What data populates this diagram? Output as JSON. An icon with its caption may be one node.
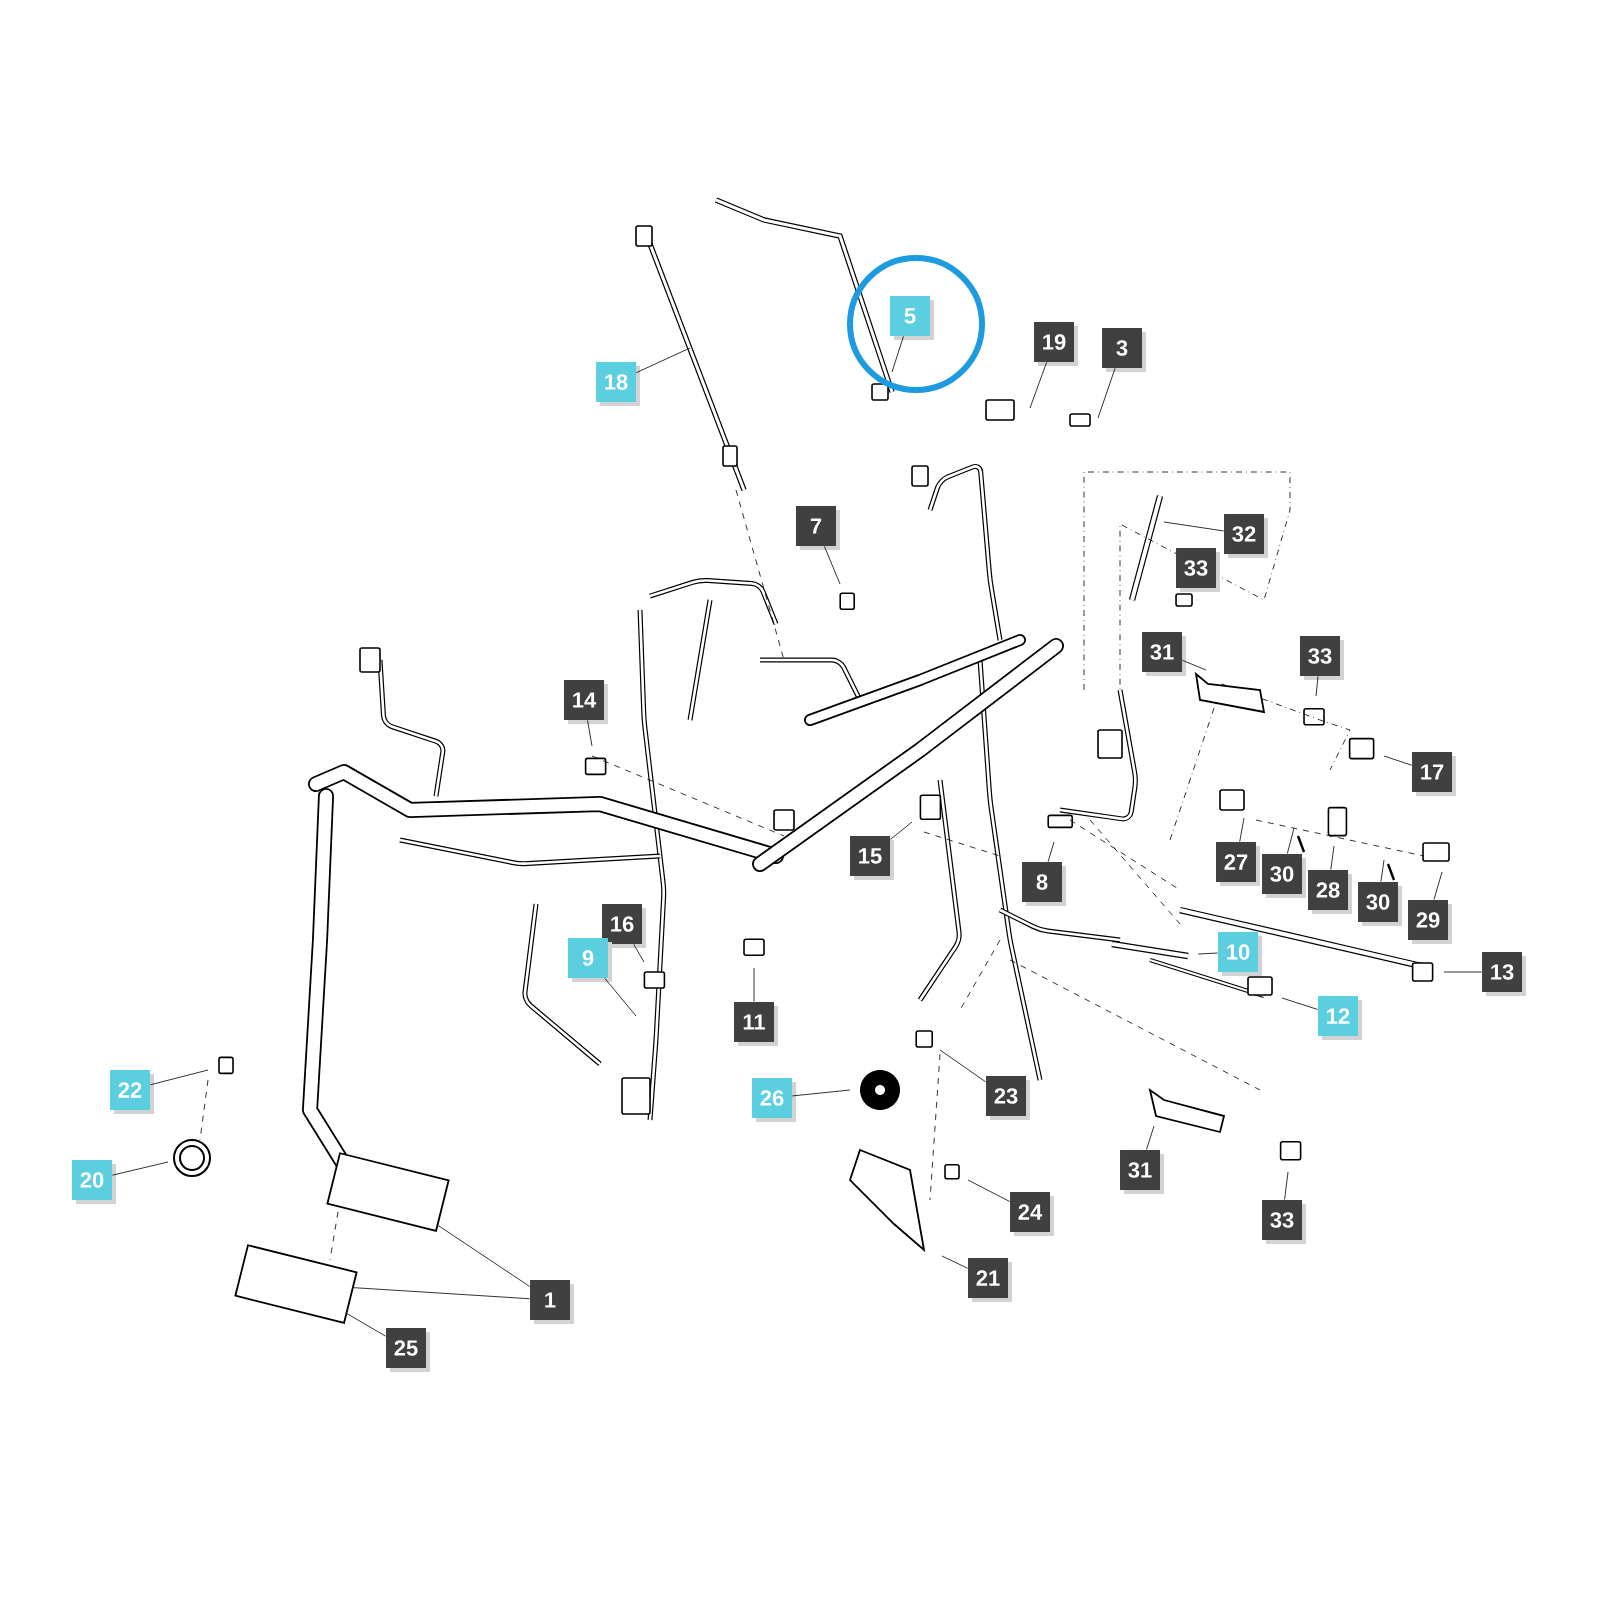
{
  "diagram": {
    "nodes": [
      {
        "text": [
          "5"
        ]
      },
      {
        "text": [
          "19"
        ]
      },
      {
        "text": [
          "3"
        ]
      },
      {
        "text": [
          "18"
        ]
      },
      {
        "text": [
          "7"
        ]
      },
      {
        "text": [
          "32"
        ]
      },
      {
        "text": [
          "31"
        ]
      },
      {
        "text": [
          "33"
        ]
      },
      {
        "text": [
          "14"
        ]
      },
      {
        "text": [
          "17"
        ]
      },
      {
        "text": [
          "15"
        ]
      },
      {
        "text": [
          "27"
        ]
      },
      {
        "text": [
          "30"
        ]
      },
      {
        "text": [
          "28"
        ]
      },
      {
        "text": [
          "30"
        ]
      },
      {
        "text": [
          "29"
        ]
      },
      {
        "text": [
          "8"
        ]
      },
      {
        "text": [
          "16"
        ]
      },
      {
        "text": [
          "9"
        ]
      },
      {
        "text": [
          "10"
        ]
      },
      {
        "text": [
          "13"
        ]
      },
      {
        "text": [
          "11"
        ]
      },
      {
        "text": [
          "12"
        ]
      },
      {
        "text": [
          "22"
        ]
      },
      {
        "text": [
          "23"
        ]
      },
      {
        "text": [
          "26"
        ]
      },
      {
        "text": [
          "20"
        ]
      },
      {
        "text": [
          "31"
        ]
      },
      {
        "text": [
          "24"
        ]
      },
      {
        "text": [
          "33"
        ]
      },
      {
        "text": [
          "21"
        ]
      },
      {
        "text": [
          "1"
        ]
      },
      {
        "text": [
          "25"
        ]
      },
      {
        "text": [
          "33"
        ]
      },
      {
        "text": [],
        "shape": "box"
      },
      {
        "text": [],
        "shape": "box"
      }
    ],
    "edges": [
      {
        "from": 0,
        "to": null,
        "arrow": "none"
      },
      {
        "from": 1,
        "to": null,
        "arrow": "none"
      },
      {
        "from": 2,
        "to": null,
        "arrow": "none"
      },
      {
        "from": 3,
        "to": null,
        "arrow": "none"
      },
      {
        "from": 4,
        "to": null,
        "arrow": "none"
      },
      {
        "from": 5,
        "to": null,
        "arrow": "none"
      },
      {
        "from": 6,
        "to": null,
        "arrow": "none"
      },
      {
        "from": 7,
        "to": null,
        "arrow": "none"
      },
      {
        "from": 8,
        "to": null,
        "arrow": "none"
      },
      {
        "from": 9,
        "to": null,
        "arrow": "none"
      },
      {
        "from": 10,
        "to": null,
        "arrow": "none"
      },
      {
        "from": 11,
        "to": null,
        "arrow": "none"
      },
      {
        "from": 12,
        "to": null,
        "arrow": "none"
      },
      {
        "from": 13,
        "to": null,
        "arrow": "none"
      },
      {
        "from": 14,
        "to": null,
        "arrow": "none"
      },
      {
        "from": 15,
        "to": null,
        "arrow": "none"
      },
      {
        "from": 16,
        "to": null,
        "arrow": "none"
      },
      {
        "from": 17,
        "to": null,
        "arrow": "none"
      },
      {
        "from": 18,
        "to": null,
        "arrow": "none"
      },
      {
        "from": 19,
        "to": null,
        "arrow": "none"
      },
      {
        "from": 20,
        "to": null,
        "arrow": "none"
      },
      {
        "from": 21,
        "to": null,
        "arrow": "none"
      },
      {
        "from": 22,
        "to": null,
        "arrow": "none"
      },
      {
        "from": 23,
        "to": null,
        "arrow": "none"
      },
      {
        "from": 24,
        "to": null,
        "arrow": "none"
      },
      {
        "from": 25,
        "to": null,
        "arrow": "none"
      },
      {
        "from": 26,
        "to": null,
        "arrow": "none"
      },
      {
        "from": 27,
        "to": null,
        "arrow": "none"
      },
      {
        "from": 28,
        "to": null,
        "arrow": "none"
      },
      {
        "from": 29,
        "to": null,
        "arrow": "none"
      },
      {
        "from": 30,
        "to": null,
        "arrow": "none"
      },
      {
        "from": 31,
        "to": 34,
        "arrow": "none"
      },
      {
        "from": 31,
        "to": 35,
        "arrow": "none"
      },
      {
        "from": 32,
        "to": 35,
        "arrow": "none"
      }
    ]
  }
}
